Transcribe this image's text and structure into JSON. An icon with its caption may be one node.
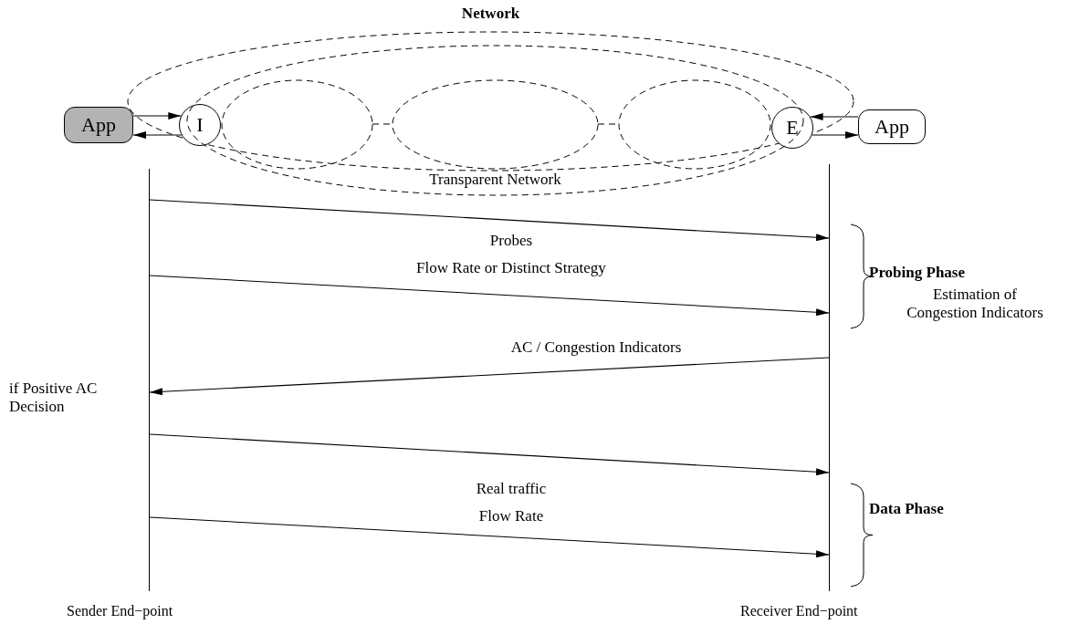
{
  "diagram": {
    "nodes": [
      {
        "text": [
          "Network"
        ]
      },
      {
        "text": [
          "App"
        ]
      },
      {
        "text": [
          "I"
        ],
        "in": 0
      },
      {
        "text": [
          "Transparent Network"
        ]
      },
      {
        "text": [],
        "shape": "ellipse",
        "in": 3
      },
      {
        "text": [],
        "shape": "ellipse",
        "in": 3
      },
      {
        "text": [],
        "shape": "ellipse",
        "in": 3
      },
      {
        "text": [
          "E"
        ],
        "in": 0
      },
      {
        "text": [
          "App"
        ]
      },
      {
        "text": [],
        "shape": "bar",
        "beside": [
          "Sender End−point"
        ]
      },
      {
        "text": [],
        "shape": "bar",
        "beside": [
          "Receiver End−point"
        ]
      }
    ],
    "edges": [
      {
        "from": 1,
        "to": 2,
        "arrow": "to"
      },
      {
        "from": 2,
        "to": 1,
        "arrow": "to"
      },
      {
        "from": 4,
        "to": 5,
        "arrow": "none",
        "style": "dashed"
      },
      {
        "from": 5,
        "to": 6,
        "arrow": "none",
        "style": "dashed"
      },
      {
        "from": 8,
        "to": 7,
        "arrow": "to"
      },
      {
        "from": 7,
        "to": 8,
        "arrow": "to"
      },
      {
        "from": 9,
        "to": 10,
        "arrow": "to"
      },
      {
        "from": 9,
        "to": 10,
        "arrow": "to"
      },
      {
        "from": 10,
        "to": 9,
        "arrow": "to",
        "label": "AC / Congestion Indicators"
      },
      {
        "from": 9,
        "to": 10,
        "arrow": "to"
      },
      {
        "from": 9,
        "to": 10,
        "arrow": "to"
      }
    ],
    "labels": [
      "Probes",
      "Flow Rate or Distinct Strategy",
      "Probing Phase",
      "Estimation of Congestion Indicators",
      "if Positive AC Decision",
      "Real traffic",
      "Flow Rate",
      "Data Phase"
    ]
  }
}
